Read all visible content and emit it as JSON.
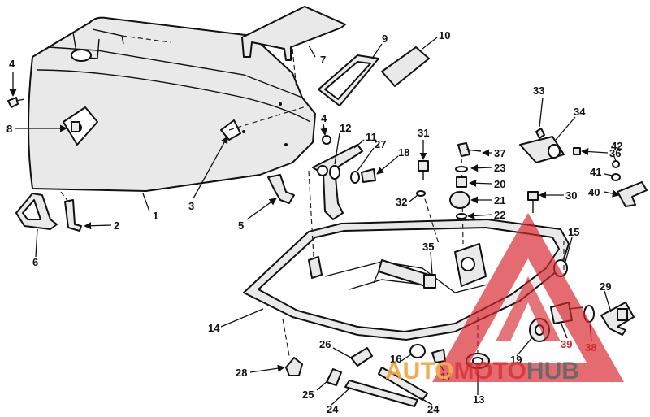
{
  "callouts": [
    "1",
    "2",
    "3",
    "4",
    "5",
    "6",
    "7",
    "8",
    "9",
    "10",
    "11",
    "12",
    "13",
    "14",
    "15",
    "16",
    "17",
    "18",
    "19",
    "20",
    "21",
    "22",
    "23",
    "24",
    "25",
    "26",
    "27",
    "28",
    "29",
    "30",
    "31",
    "32",
    "33",
    "34",
    "35",
    "36",
    "37",
    "38",
    "39",
    "40",
    "41",
    "42"
  ],
  "colors": {
    "line": "#111111",
    "fill": "#e9e9e9",
    "watermark_red": "#d8262c",
    "watermark_orange": "#f2a23a",
    "watermark_gray": "#5a5a5a"
  },
  "watermark": {
    "part1": "AUTO",
    "part2": "MOTO",
    "part3": "HUB"
  }
}
